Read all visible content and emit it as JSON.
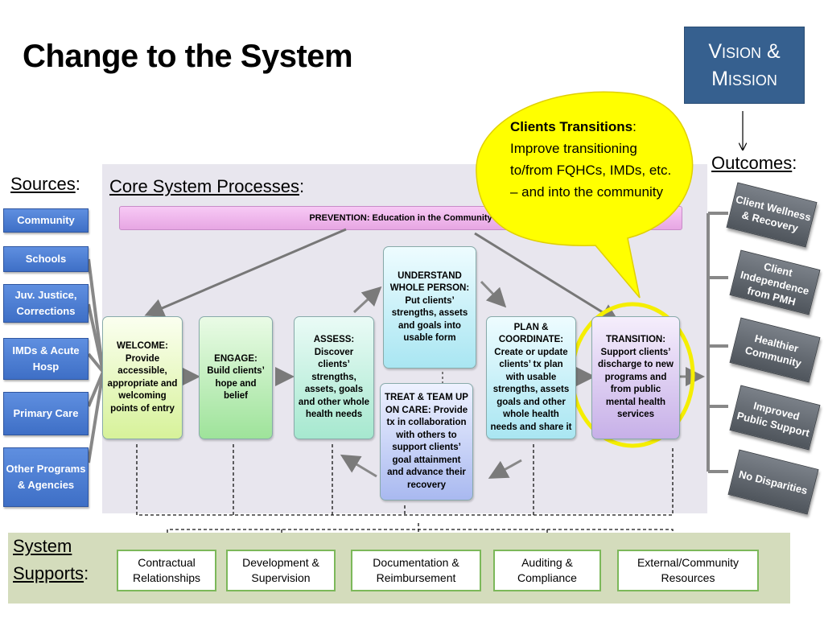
{
  "title": "Change to the System",
  "vision_mission": "Vision & Mission",
  "outcomes_label": "Outcomes",
  "sources_label": "Sources",
  "core_label": "Core System Processes",
  "prevention": "PREVENTION:  Education in the Community",
  "sources": [
    "Community",
    "Schools",
    "Juv. Justice, Corrections",
    "IMDs & Acute Hosp",
    "Primary Care",
    "Other Programs & Agencies"
  ],
  "processes": {
    "welcome": "WELCOME: Provide accessible, appropriate and welcoming points of entry",
    "engage": "ENGAGE: Build clients’ hope and belief",
    "assess": "ASSESS: Discover clients’ strengths, assets, goals and other whole health needs",
    "understand": "UNDERSTAND WHOLE PERSON: Put clients’ strengths, assets and goals into usable form",
    "treat": "TREAT & TEAM UP ON CARE: Provide tx in collaboration with others to support clients’ goal attainment and advance their recovery",
    "plan": "PLAN & COORDINATE: Create or update clients’ tx plan with usable strengths, assets goals and other whole health needs and share it",
    "transition": "TRANSITION: Support clients’ discharge to new programs and from public mental health services"
  },
  "callout": {
    "heading": "Clients Transitions",
    "body": "Improve transitioning to/from FQHCs, IMDs, etc. – and into the community"
  },
  "outcomes": [
    "Client Wellness & Recovery",
    "Client Independence from PMH",
    "Healthier Community",
    "Improved Public Support",
    "No Disparities"
  ],
  "supports_label_1": "System",
  "supports_label_2": "Supports",
  "supports": [
    "Contractual Relationships",
    "Development & Supervision",
    "Documentation & Reimbursement",
    "Auditing & Compliance",
    "External/Community Resources"
  ],
  "colors": {
    "source_blue": "#4a7bd4",
    "vision_blue": "#36608f",
    "callout_yellow": "#ffff00",
    "outcome_gray": "#656b72",
    "supports_green": "#d4dcbc"
  }
}
